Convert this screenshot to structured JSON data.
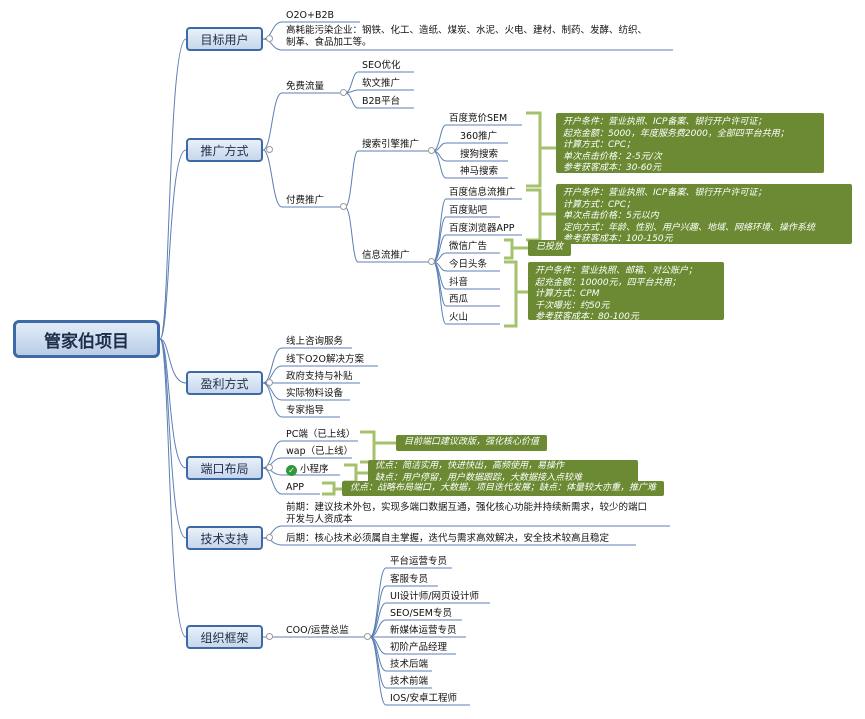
{
  "root": "管家伯项目",
  "categories": {
    "target": "目标用户",
    "promo": "推广方式",
    "profit": "盈利方式",
    "port": "端口布局",
    "tech": "技术支持",
    "org": "组织框架"
  },
  "target": {
    "o2o": "O2O+B2B",
    "desc_line1": "高耗能污染企业：钢铁、化工、造纸、煤炭、水泥、火电、建材、制药、发酵、纺织、",
    "desc_line2": "制革、食品加工等。"
  },
  "promo": {
    "free": "免费流量",
    "free_items": [
      "SEO优化",
      "软文推广",
      "B2B平台"
    ],
    "paid": "付费推广",
    "search": "搜索引擎推广",
    "search_items": [
      "百度竞价SEM",
      "360推广",
      "搜狗搜索",
      "神马搜索"
    ],
    "feed": "信息流推广",
    "feed_items": [
      "百度信息流推广",
      "百度贴吧",
      "百度浏览器APP",
      "微信广告",
      "今日头条",
      "抖音",
      "西瓜",
      "火山"
    ],
    "note_sem": [
      "开户条件：营业执照、ICP备案、银行开户许可证；",
      "起充金额：5000，年度服务费2000，全部四平台共用；",
      "计算方式：CPC；",
      "单次点击价格：2-5元/次",
      "参考获客成本：30-60元"
    ],
    "note_feed": [
      "开户条件：营业执照、ICP备案、银行开户许可证；",
      "计算方式：CPC；",
      "单次点击价格：5元以内",
      "定向方式：年龄、性别、用户兴趣、地域、网络环境、操作系统",
      "参考获客成本：100-150元"
    ],
    "note_wechat": "已投放",
    "note_toutiao": [
      "开户条件：营业执照、邮箱、对公账户；",
      "起充金额：10000元，四平台共用；",
      "计算方式：CPM",
      "千次曝光：约50元",
      "参考获客成本：80-100元"
    ]
  },
  "profit": {
    "items": [
      "线上咨询服务",
      "线下O2O解决方案",
      "政府支持与补贴",
      "实际物料设备",
      "专家指导"
    ]
  },
  "port": {
    "pc": "PC端（已上线）",
    "wap": "wap（已上线）",
    "mini": "小程序",
    "app": "APP",
    "note_pc": "目前端口建议改版，强化核心价值",
    "note_mini_1": "优点：简洁实用，快进快出，高频使用，易操作",
    "note_mini_2": "缺点：用户停留，用户数据跟踪，大数据接入点较难",
    "note_app": "优点：战略布局端口，大数据，项目迭代发展；缺点：体量较大亦重，推广难",
    "check_icon": "check-circle-icon"
  },
  "tech": {
    "early_line1": "前期：建议技术外包，实现多端口数据互通，强化核心功能并持续新需求，较少的端口",
    "early_line2": "开发与人资成本",
    "late": "后期：核心技术必须属自主掌握，迭代与需求高效解决，安全技术较高且稳定"
  },
  "org": {
    "coo": "COO/运营总监",
    "items": [
      "平台运营专员",
      "客服专员",
      "UI设计师/网页设计师",
      "SEO/SEM专员",
      "新媒体运营专员",
      "初阶产品经理",
      "技术后端",
      "技术前端",
      "IOS/安卓工程师"
    ]
  },
  "colors": {
    "node_border": "#3d6aa6",
    "connector": "#5b7fb5",
    "note_bg": "#6b8a33",
    "bracket": "#a6c16b"
  }
}
